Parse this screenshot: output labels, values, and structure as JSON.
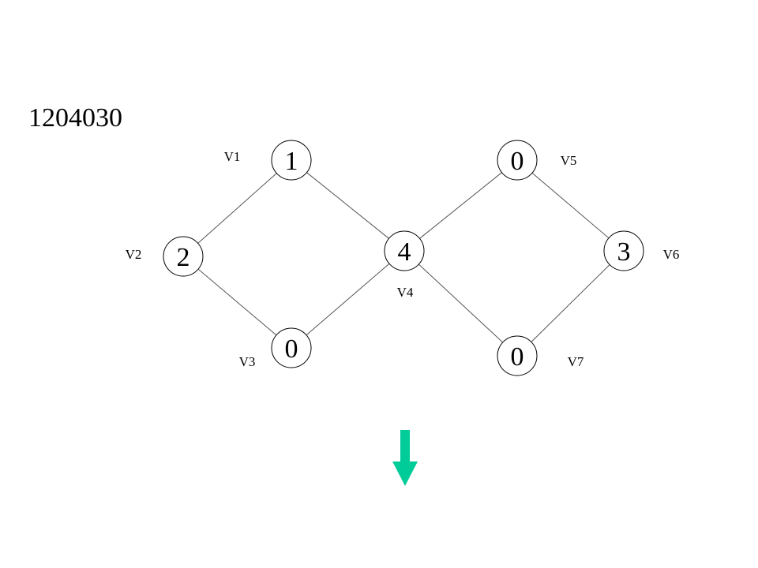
{
  "sequence": "1204030",
  "colors": {
    "arrow": "#00cc99",
    "edge": "#555555",
    "node_stroke": "#000000"
  },
  "nodes": [
    {
      "id": "v1",
      "value": "1",
      "label": "V1"
    },
    {
      "id": "v2",
      "value": "2",
      "label": "V2"
    },
    {
      "id": "v3",
      "value": "0",
      "label": "V3"
    },
    {
      "id": "v4",
      "value": "4",
      "label": "V4"
    },
    {
      "id": "v5",
      "value": "0",
      "label": "V5"
    },
    {
      "id": "v6",
      "value": "3",
      "label": "V6"
    },
    {
      "id": "v7",
      "value": "0",
      "label": "V7"
    }
  ],
  "edges": [
    [
      "v1",
      "v2"
    ],
    [
      "v1",
      "v4"
    ],
    [
      "v2",
      "v3"
    ],
    [
      "v3",
      "v4"
    ],
    [
      "v4",
      "v5"
    ],
    [
      "v4",
      "v7"
    ],
    [
      "v5",
      "v6"
    ],
    [
      "v6",
      "v7"
    ]
  ],
  "arrow": {
    "direction": "down",
    "icon": "arrow-down-icon"
  }
}
